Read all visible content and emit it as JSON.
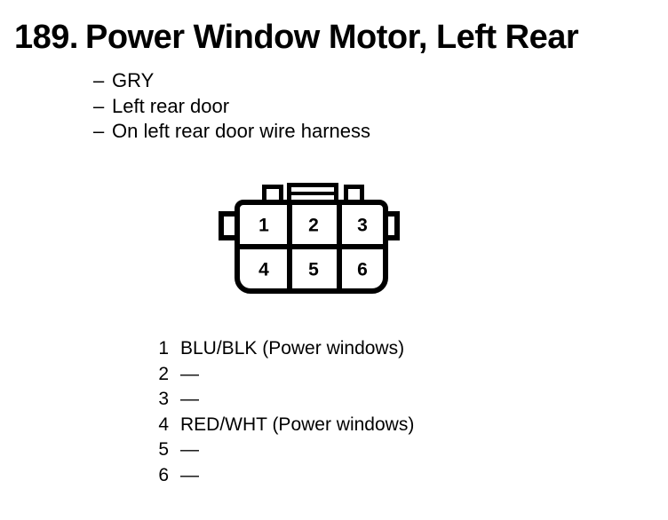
{
  "header": {
    "item_number": "189.",
    "title": "Power Window Motor, Left Rear"
  },
  "details": {
    "bullet": "–",
    "items": [
      "GRY",
      "Left rear door",
      "On left rear door wire harness"
    ]
  },
  "connector": {
    "pins": [
      "1",
      "2",
      "3",
      "4",
      "5",
      "6"
    ]
  },
  "pinout": [
    {
      "pin": "1",
      "wire": "BLU/BLK (Power windows)"
    },
    {
      "pin": "2",
      "wire": "—"
    },
    {
      "pin": "3",
      "wire": "—"
    },
    {
      "pin": "4",
      "wire": "RED/WHT (Power windows)"
    },
    {
      "pin": "5",
      "wire": "—"
    },
    {
      "pin": "6",
      "wire": "—"
    }
  ],
  "colors": {
    "ink": "#000000",
    "paper": "#ffffff"
  }
}
